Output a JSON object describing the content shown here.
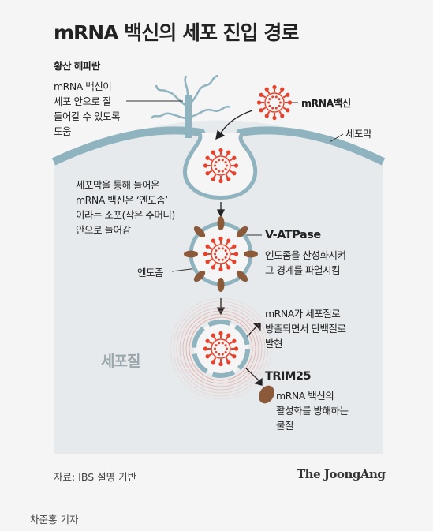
{
  "title": "mRNA 백신의 세포 진입 경로",
  "labels": {
    "heparan_title": "황산 헤파란",
    "heparan_desc": [
      "mRNA 백신이",
      "세포 안으로 잘",
      "들어갈 수 있도록",
      "도움"
    ],
    "vaccine": "mRNA백신",
    "membrane": "세포막",
    "endosome_desc": [
      "세포막을 통해 들어온",
      "mRNA 백신은 ‘엔도좀’",
      "이라는 소포(작은 주머니)",
      "안으로 들어감"
    ],
    "vatpase_title": "V-ATPase",
    "vatpase_desc": [
      "엔도좀을 산성화시켜",
      "그 경계를 파열시킴"
    ],
    "endosome": "엔도좀",
    "cytoplasm": "세포질",
    "release_desc": [
      "mRNA가 세포질로",
      "방출되면서 단백질로",
      "발현"
    ],
    "trim_title": "TRIM25",
    "trim_desc": [
      "mRNA 백신의",
      "활성화를 방해하는",
      "물질"
    ]
  },
  "source": "자료: IBS 설명 기반",
  "brand": "The JoongAng",
  "credit": "차준홍 기자",
  "colors": {
    "vaccine_red": "#e8402a",
    "membrane_blue": "#8fb3bf",
    "cell_fill": "#e6eaec",
    "vatpase_brown": "#8a5a3a"
  }
}
